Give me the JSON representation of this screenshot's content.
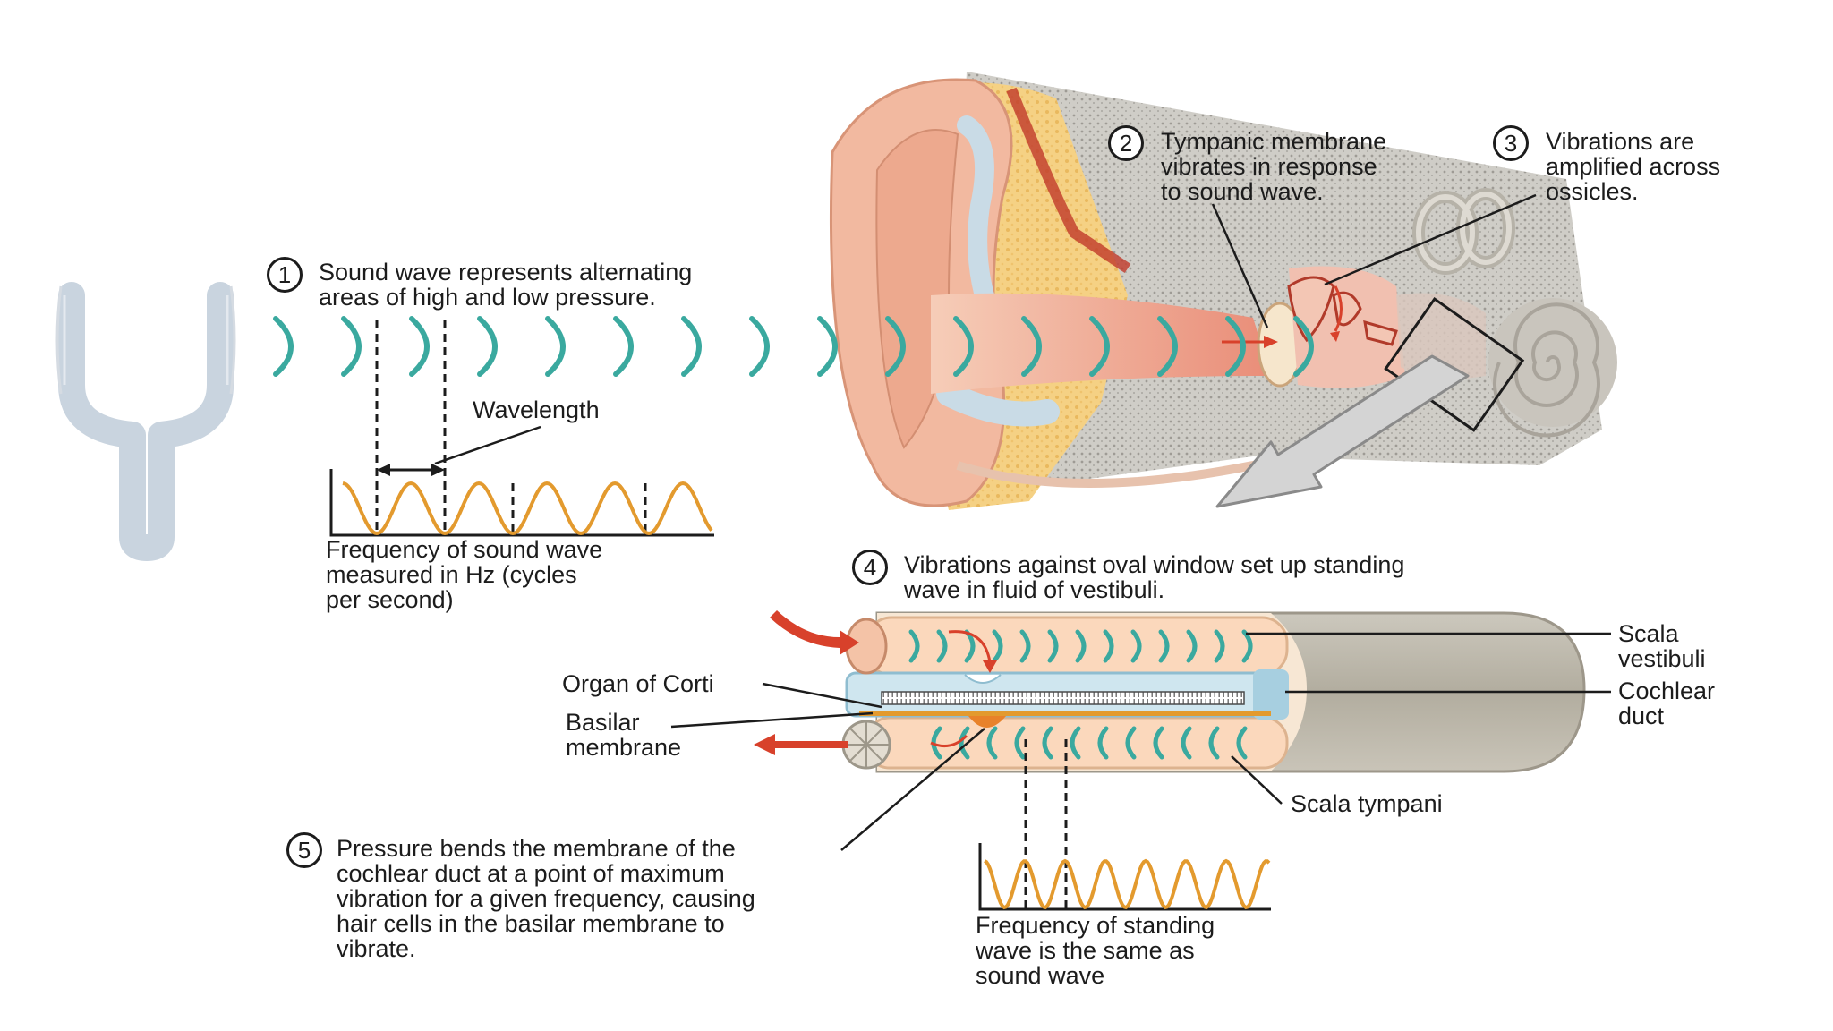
{
  "steps": [
    {
      "number": "1",
      "lines": [
        "Sound wave represents alternating",
        "areas of high and low pressure."
      ]
    },
    {
      "number": "2",
      "lines": [
        "Tympanic membrane",
        "vibrates in response",
        "to sound wave."
      ]
    },
    {
      "number": "3",
      "lines": [
        "Vibrations are",
        "amplified across",
        "ossicles."
      ]
    },
    {
      "number": "4",
      "lines": [
        "Vibrations against oval window set up standing",
        "wave in fluid of vestibuli."
      ]
    },
    {
      "number": "5",
      "lines": [
        "Pressure bends the membrane of the",
        "cochlear duct at a point of maximum",
        "vibration for a given frequency, causing",
        "hair cells in the basilar membrane to",
        "vibrate."
      ]
    }
  ],
  "labels": {
    "wavelength": "Wavelength",
    "frequency_sound": [
      "Frequency of sound wave",
      "measured in Hz (cycles",
      "per second)"
    ],
    "organ_of_corti": "Organ of Corti",
    "basilar_membrane": [
      "Basilar",
      "membrane"
    ],
    "scala_vestibuli": [
      "Scala",
      "vestibuli"
    ],
    "cochlear_duct": [
      "Cochlear",
      "duct"
    ],
    "scala_tympani": "Scala tympani",
    "frequency_standing": [
      "Frequency of standing",
      "wave is the same as",
      "sound wave"
    ]
  },
  "colors": {
    "wave": "#3aa99f",
    "waveform": "#e39a2e",
    "skin": "#f2b9a0",
    "canal": "#e7907d",
    "fat": "#f4cf7e",
    "bone": "#c8c6c1",
    "fork": "#c9d4df",
    "cochlea_tube": "#b6b1a4",
    "chamber": "#fbd8bc",
    "duct": "#cfe6ef",
    "arrow": "#d8412b",
    "line": "#1c1c1c"
  },
  "icons": [
    "tuning-fork-icon",
    "ear-anatomy-icon",
    "cochlea-icon",
    "oval-window-icon",
    "round-window-icon"
  ]
}
